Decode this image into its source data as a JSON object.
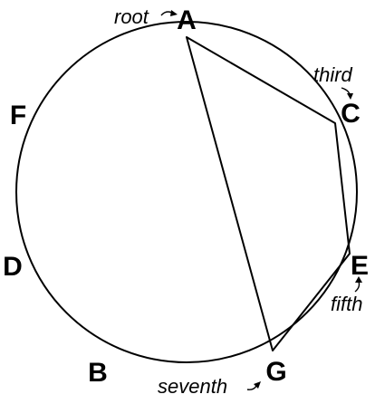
{
  "diagram": {
    "notes": {
      "A": "A",
      "C": "C",
      "E": "E",
      "G": "G",
      "B": "B",
      "D": "D",
      "F": "F"
    },
    "intervals": {
      "root": "root",
      "third": "third",
      "fifth": "fifth",
      "seventh": "seventh"
    },
    "chord_tones": [
      "A",
      "C",
      "E",
      "G"
    ],
    "chord_tone_roles": [
      "root",
      "third",
      "fifth",
      "seventh"
    ]
  }
}
